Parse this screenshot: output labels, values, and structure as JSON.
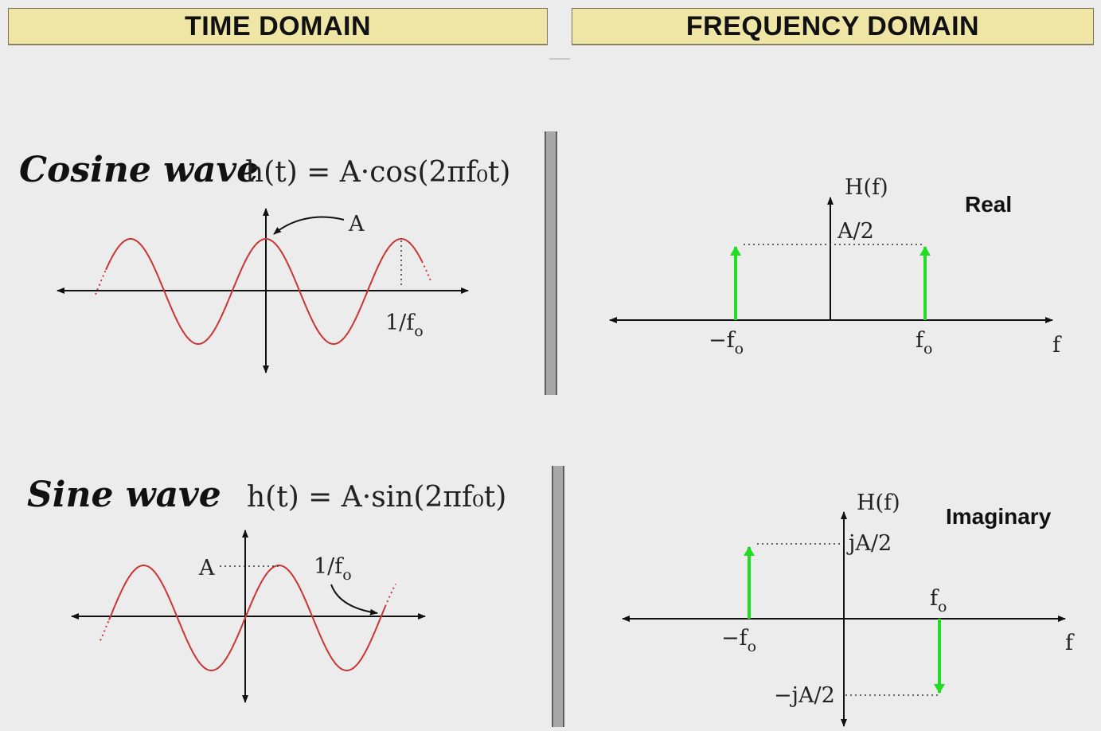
{
  "headers": {
    "time": "TIME DOMAIN",
    "frequency": "FREQUENCY DOMAIN"
  },
  "cosine": {
    "title": "Cosine wave",
    "equation": "h(t) = A·cos(2πf₀t)",
    "amplitude_label": "A",
    "period_label": "1/f",
    "period_sub": "o"
  },
  "sine": {
    "title": "Sine wave",
    "equation": "h(t) = A·sin(2πf₀t)",
    "amplitude_label": "A",
    "period_label": "1/f",
    "period_sub": "o"
  },
  "real_spectrum": {
    "tag": "Real",
    "axis_label": "H(f)",
    "f_label": "f",
    "level_label": "A/2",
    "neg_freq_label": "−f",
    "pos_freq_label": "f",
    "freq_sub": "o"
  },
  "imag_spectrum": {
    "tag": "Imaginary",
    "axis_label": "H(f)",
    "f_label": "f",
    "pos_level_label": "jA/2",
    "neg_level_label": "−jA/2",
    "neg_freq_label": "−f",
    "pos_freq_label": "f",
    "freq_sub": "o"
  },
  "colors": {
    "wave": "#cc3333",
    "impulse": "#22dd22",
    "axis": "#111111",
    "header_bg": "#efe6a6"
  }
}
